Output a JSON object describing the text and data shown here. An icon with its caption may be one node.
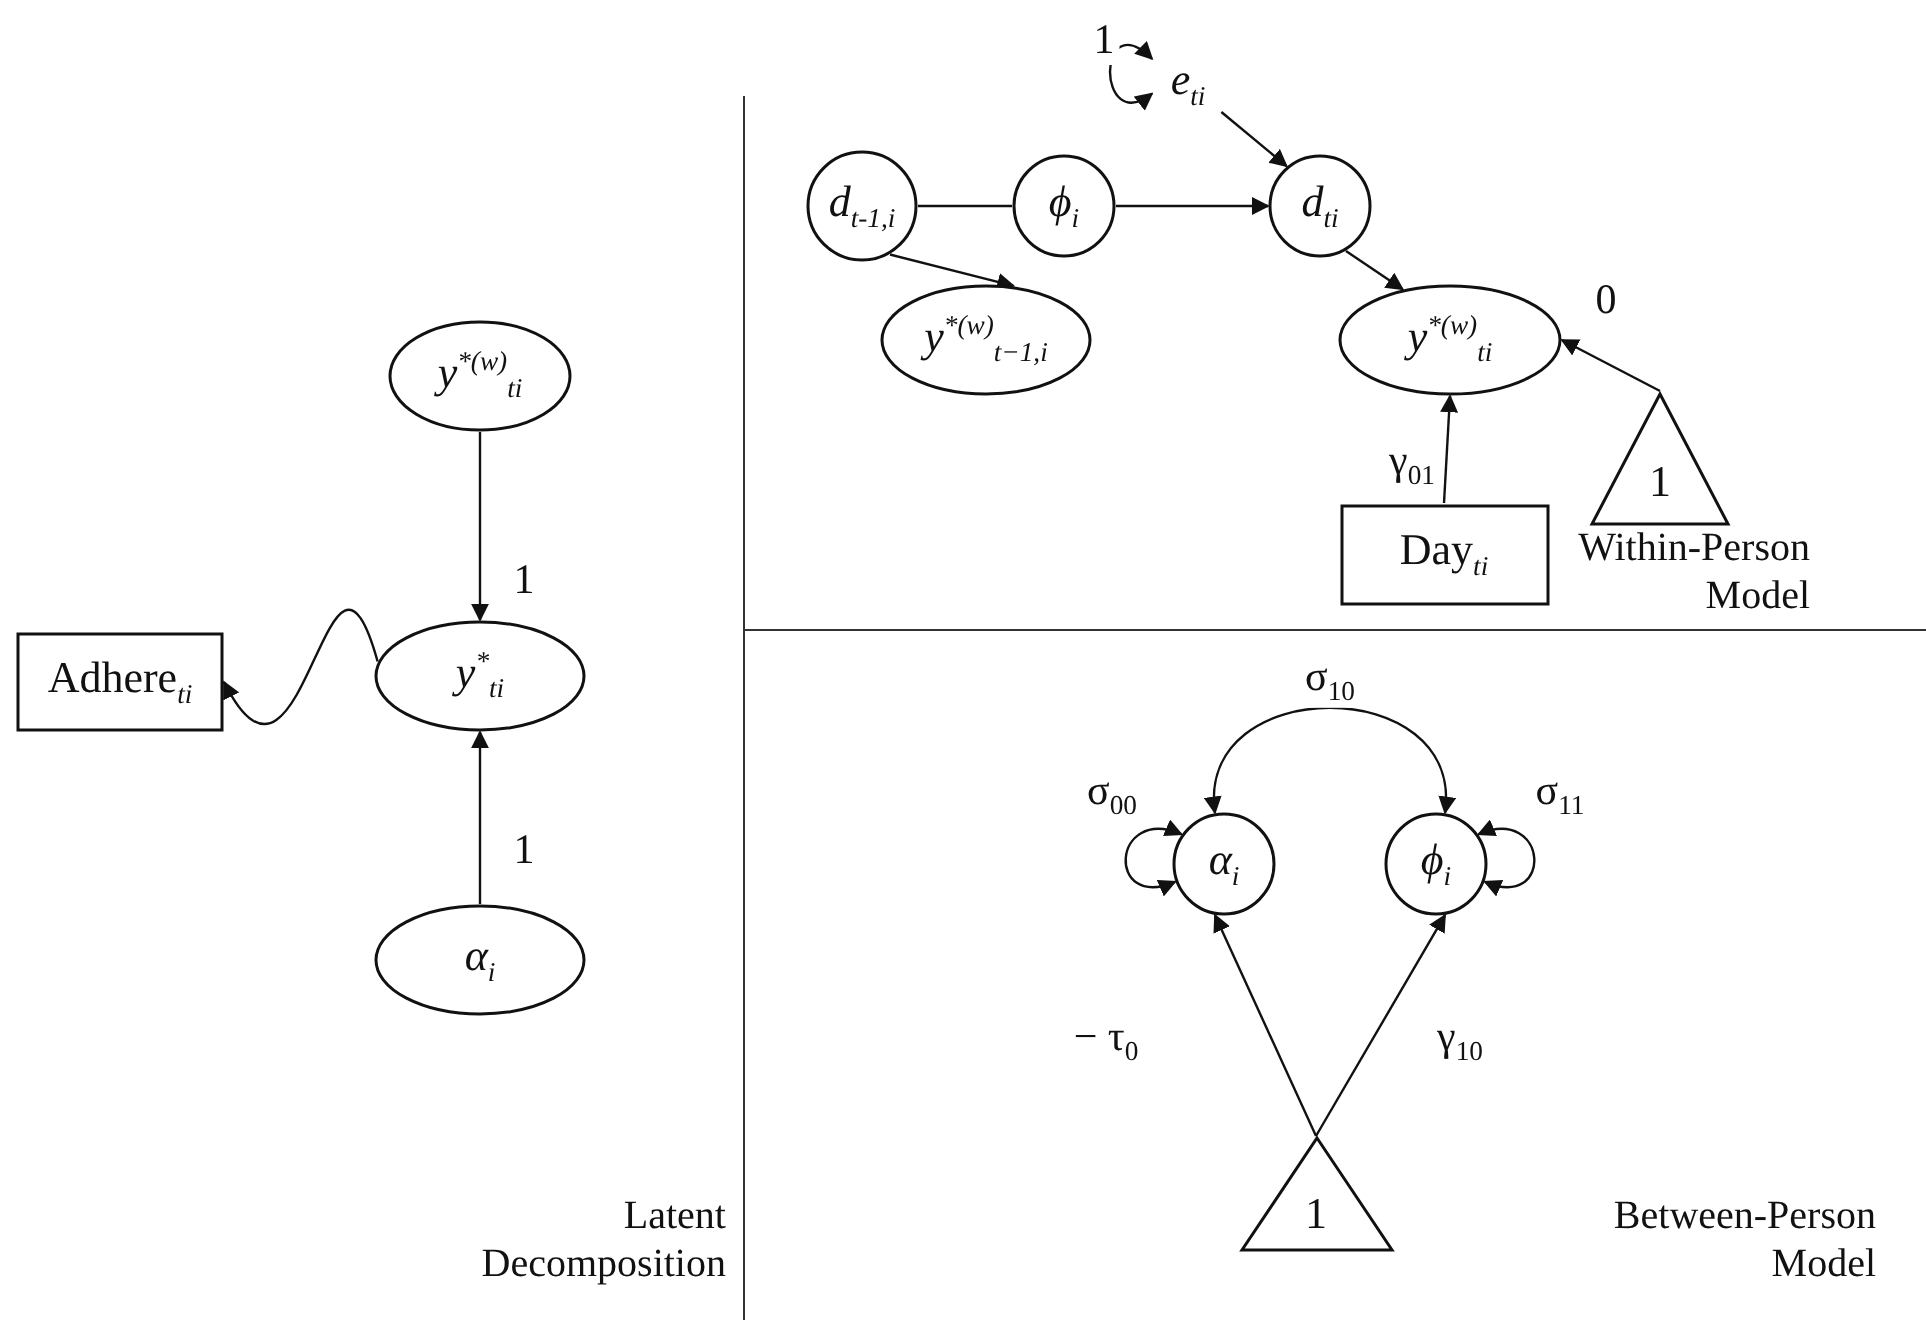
{
  "diagram": {
    "nodes": [
      {
        "text": [
          "y$^{*(w)}$$_{ti}$"
        ]
      },
      {
        "text": [
          "Adhere$_{ti}$"
        ]
      },
      {
        "text": [
          "y$^{*}$$_{ti}$"
        ]
      },
      {
        "text": [
          "α$_{i}$"
        ]
      },
      {
        "text": [
          "e$_{ti}$"
        ]
      },
      {
        "text": [
          "d$_{t-1,i}$"
        ]
      },
      {
        "text": [
          "ϕ$_{i}$"
        ]
      },
      {
        "text": [
          "d$_{ti}$"
        ]
      },
      {
        "text": [
          "y$^{*(w)}$$_{t−1,i}$"
        ]
      },
      {
        "text": [
          "y$^{*(w)}$$_{ti}$"
        ]
      },
      {
        "text": [
          "1"
        ]
      },
      {
        "text": [
          "Day$_{ti}$"
        ]
      },
      {
        "text": [
          "α$_{i}$"
        ]
      },
      {
        "text": [
          "ϕ$_{i}$"
        ]
      },
      {
        "text": [
          "1"
        ]
      }
    ],
    "edges": [
      {
        "from": 0,
        "to": 2,
        "arrow": "to",
        "label": "1"
      },
      {
        "from": 2,
        "to": 1,
        "arrow": "to"
      },
      {
        "from": 3,
        "to": 2,
        "arrow": "to",
        "label": "1"
      },
      {
        "from": 4,
        "to": 4,
        "arrow": "both",
        "label": "1"
      },
      {
        "from": 4,
        "to": 7,
        "arrow": "to"
      },
      {
        "from": 5,
        "to": 6,
        "arrow": "none"
      },
      {
        "from": 6,
        "to": 7,
        "arrow": "to"
      },
      {
        "from": 5,
        "to": 8,
        "arrow": "to"
      },
      {
        "from": 7,
        "to": 9,
        "arrow": "to"
      },
      {
        "from": 10,
        "to": 9,
        "arrow": "to",
        "label": "0"
      },
      {
        "from": 11,
        "to": 9,
        "arrow": "to",
        "label": "γ$_{01}$"
      },
      {
        "from": 12,
        "to": 12,
        "arrow": "both",
        "label": "σ$_{00}$"
      },
      {
        "from": 12,
        "to": 13,
        "arrow": "both",
        "label": "σ$_{10}$"
      },
      {
        "from": 13,
        "to": 13,
        "arrow": "both",
        "label": "σ$_{11}$"
      },
      {
        "from": 14,
        "to": 12,
        "arrow": "to",
        "label": "− τ$_{0}$"
      },
      {
        "from": 14,
        "to": 13,
        "arrow": "to",
        "label": "γ$_{10}$"
      }
    ],
    "labels": [
      "Within-Person Model",
      "Latent Decomposition",
      "Between-Person Model"
    ]
  }
}
